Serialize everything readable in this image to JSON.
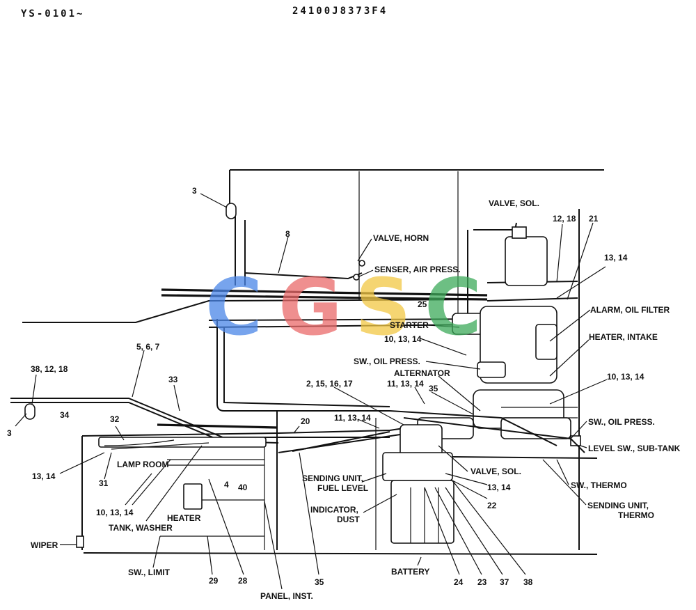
{
  "header": {
    "serial": "YS-0101~",
    "part_no": "24100J8373F4"
  },
  "watermark": {
    "letters": [
      {
        "char": "C",
        "color": "#4a86e8"
      },
      {
        "char": "G",
        "color": "#ea6a6a"
      },
      {
        "char": "S",
        "color": "#f2c744"
      },
      {
        "char": "C",
        "color": "#3daa5a"
      }
    ]
  },
  "labels": {
    "valve_sol_top": "VALVE, SOL.",
    "valve_horn": "VALVE, HORN",
    "senser_air_press": "SENSER, AIR PRESS.",
    "starter": "STARTER",
    "sw_oil_press_mid": "SW., OIL PRESS.",
    "alternator": "ALTERNATOR",
    "alarm_oil_filter": "ALARM, OIL FILTER",
    "heater_intake": "HEATER, INTAKE",
    "sw_oil_press_right": "SW., OIL PRESS.",
    "level_sw_sub_tank": "LEVEL SW., SUB-TANK",
    "sw_thermo": "SW., THERMO",
    "sending_unit_thermo_1": "SENDING UNIT,",
    "sending_unit_thermo_2": "THERMO",
    "valve_sol_mid": "VALVE, SOL.",
    "sending_unit_fuel_1": "SENDING UNIT,",
    "sending_unit_fuel_2": "FUEL LEVEL",
    "indicator_dust_1": "INDICATOR,",
    "indicator_dust_2": "DUST",
    "battery": "BATTERY",
    "lamp_room": "LAMP ROOM",
    "heater": "HEATER",
    "tank_washer": "TANK, WASHER",
    "wiper": "WIPER",
    "sw_limit": "SW., LIMIT",
    "panel_inst": "PANEL, INST."
  },
  "numbers": {
    "n3_top": "3",
    "n8": "8",
    "n12_18": "12, 18",
    "n21": "21",
    "n13_14_r": "13, 14",
    "n25": "25",
    "n10_13_14_a": "10, 13, 14",
    "n10_13_14_r": "10, 13, 14",
    "n2_15_16_17": "2, 15, 16, 17",
    "n11_13_14_a": "11, 13, 14",
    "n35_mid": "35",
    "n11_13_14_b": "11, 13, 14",
    "n20": "20",
    "n5_6_7": "5, 6, 7",
    "n33": "33",
    "n38_12_18": "38, 12, 18",
    "n34": "34",
    "n3_left": "3",
    "n32": "32",
    "n13_14_l": "13, 14",
    "n31": "31",
    "n10_13_14_l": "10, 13, 14",
    "n4": "4",
    "n40": "40",
    "n13_14_m": "13, 14",
    "n22": "22",
    "n29": "29",
    "n28": "28",
    "n35_bot": "35",
    "n24": "24",
    "n23": "23",
    "n37": "37",
    "n38": "38"
  }
}
